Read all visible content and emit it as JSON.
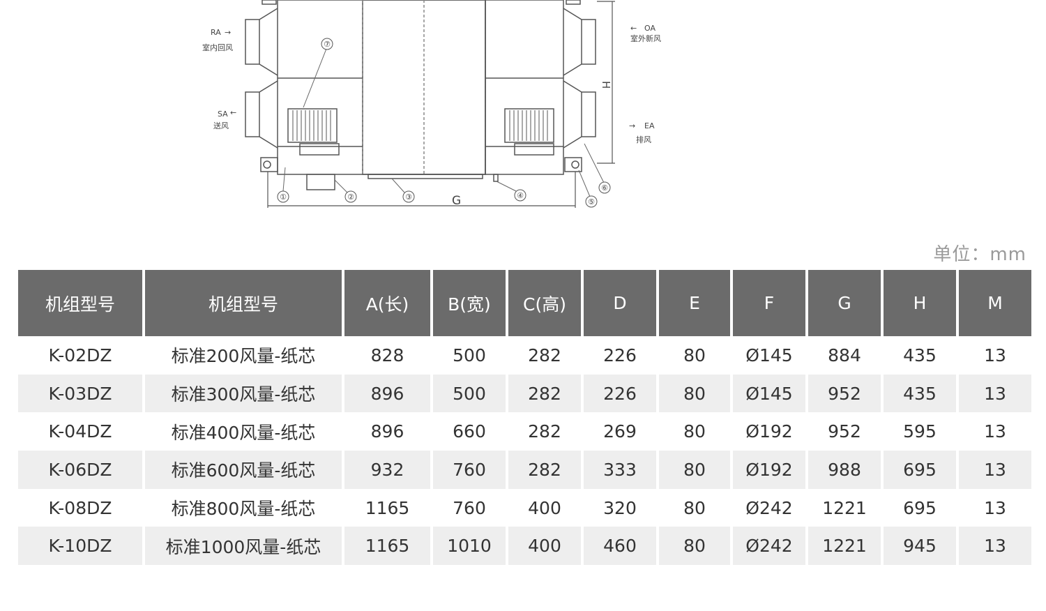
{
  "diagram": {
    "labels": {
      "ra": "RA",
      "ra_cn": "室内回风",
      "sa": "SA",
      "sa_cn": "送风",
      "oa": "OA",
      "oa_cn": "室外新风",
      "ea": "EA",
      "ea_cn": "排风",
      "dim_g": "G",
      "dim_h": "H"
    },
    "callouts": [
      "①",
      "②",
      "③",
      "④",
      "⑤",
      "⑥",
      "⑦"
    ]
  },
  "unit_label": "单位：mm",
  "table": {
    "headers": [
      "机组型号",
      "机组型号",
      "A(长)",
      "B(宽)",
      "C(高)",
      "D",
      "E",
      "F",
      "G",
      "H",
      "M"
    ],
    "rows": [
      [
        "K-02DZ",
        "标准200风量-纸芯",
        "828",
        "500",
        "282",
        "226",
        "80",
        "Ø145",
        "884",
        "435",
        "13"
      ],
      [
        "K-03DZ",
        "标准300风量-纸芯",
        "896",
        "500",
        "282",
        "226",
        "80",
        "Ø145",
        "952",
        "435",
        "13"
      ],
      [
        "K-04DZ",
        "标准400风量-纸芯",
        "896",
        "660",
        "282",
        "269",
        "80",
        "Ø192",
        "952",
        "595",
        "13"
      ],
      [
        "K-06DZ",
        "标准600风量-纸芯",
        "932",
        "760",
        "282",
        "333",
        "80",
        "Ø192",
        "988",
        "695",
        "13"
      ],
      [
        "K-08DZ",
        "标准800风量-纸芯",
        "1165",
        "760",
        "400",
        "320",
        "80",
        "Ø242",
        "1221",
        "695",
        "13"
      ],
      [
        "K-10DZ",
        "标准1000风量-纸芯",
        "1165",
        "1010",
        "400",
        "460",
        "80",
        "Ø242",
        "1221",
        "945",
        "13"
      ]
    ]
  }
}
